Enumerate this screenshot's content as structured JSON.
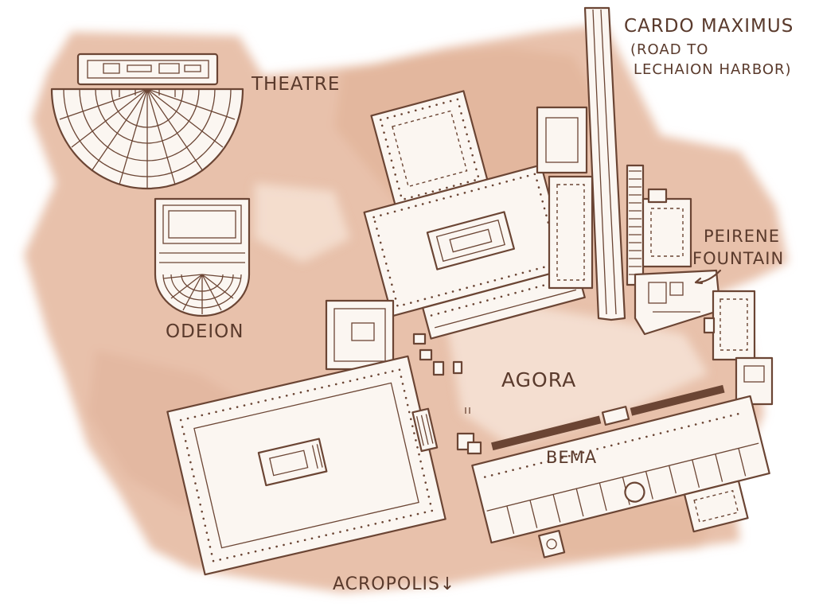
{
  "map": {
    "labels": {
      "theatre": "THEATRE",
      "cardo_line1": "CARDO MAXIMUS",
      "cardo_line2": "(ROAD TO",
      "cardo_line3": "LECHAION HARBOR)",
      "peirene_line1": "PEIRENE",
      "peirene_line2": "FOUNTAIN",
      "odeion": "ODEION",
      "agora": "AGORA",
      "bema": "BEMA",
      "acropolis": "ACROPOLIS↓"
    },
    "colors": {
      "wash": "#e8c1ab",
      "wash_dark": "#deae94",
      "ink": "#6b4534",
      "paper": "#fbf6f1"
    }
  }
}
